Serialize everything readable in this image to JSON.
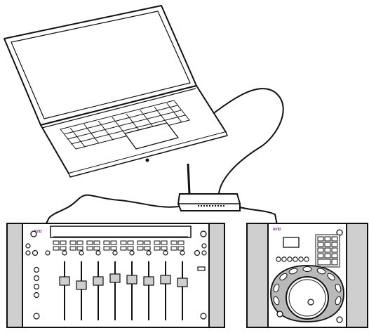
{
  "brand": {
    "logo_text": "AVID",
    "logo_color": "#7a2a8f"
  },
  "devices": {
    "laptop": {
      "icon": "laptop-icon"
    },
    "router": {
      "icon": "wireless-router-icon"
    },
    "fader_console": {
      "icon": "fader-console-icon",
      "fader_count": 8
    },
    "jog_controller": {
      "icon": "jog-wheel-controller-icon"
    }
  },
  "connections": [
    {
      "from": "laptop",
      "to": "router",
      "type": "cable"
    },
    {
      "from": "router",
      "to": "fader_console",
      "type": "cable"
    },
    {
      "from": "router",
      "to": "jog_controller",
      "type": "cable"
    }
  ],
  "colors": {
    "line": "#111111",
    "panel_grey": "#cfcfcf",
    "panel_dark": "#b9b9b9",
    "background": "#ffffff"
  }
}
